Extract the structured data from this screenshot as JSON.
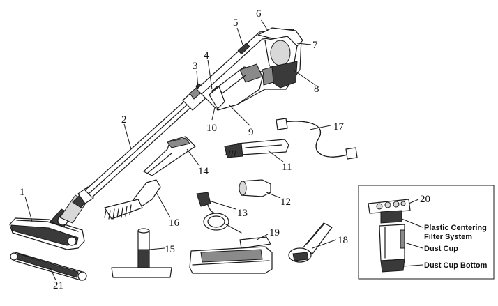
{
  "callouts": {
    "n1": "1",
    "n2": "2",
    "n3": "3",
    "n4": "4",
    "n5": "5",
    "n6": "6",
    "n7": "7",
    "n8": "8",
    "n9": "9",
    "n10": "10",
    "n11": "11",
    "n12": "12",
    "n13": "13",
    "n14": "14",
    "n15": "15",
    "n16": "16",
    "n17": "17",
    "n18": "18",
    "n19": "19",
    "n20": "20",
    "n21": "21"
  },
  "inset": {
    "label_filter_line1": "Plastic Centering",
    "label_filter_line2": "Filter System",
    "label_dust_cup": "Dust Cup",
    "label_dust_cup_bottom": "Dust Cup Bottom"
  }
}
